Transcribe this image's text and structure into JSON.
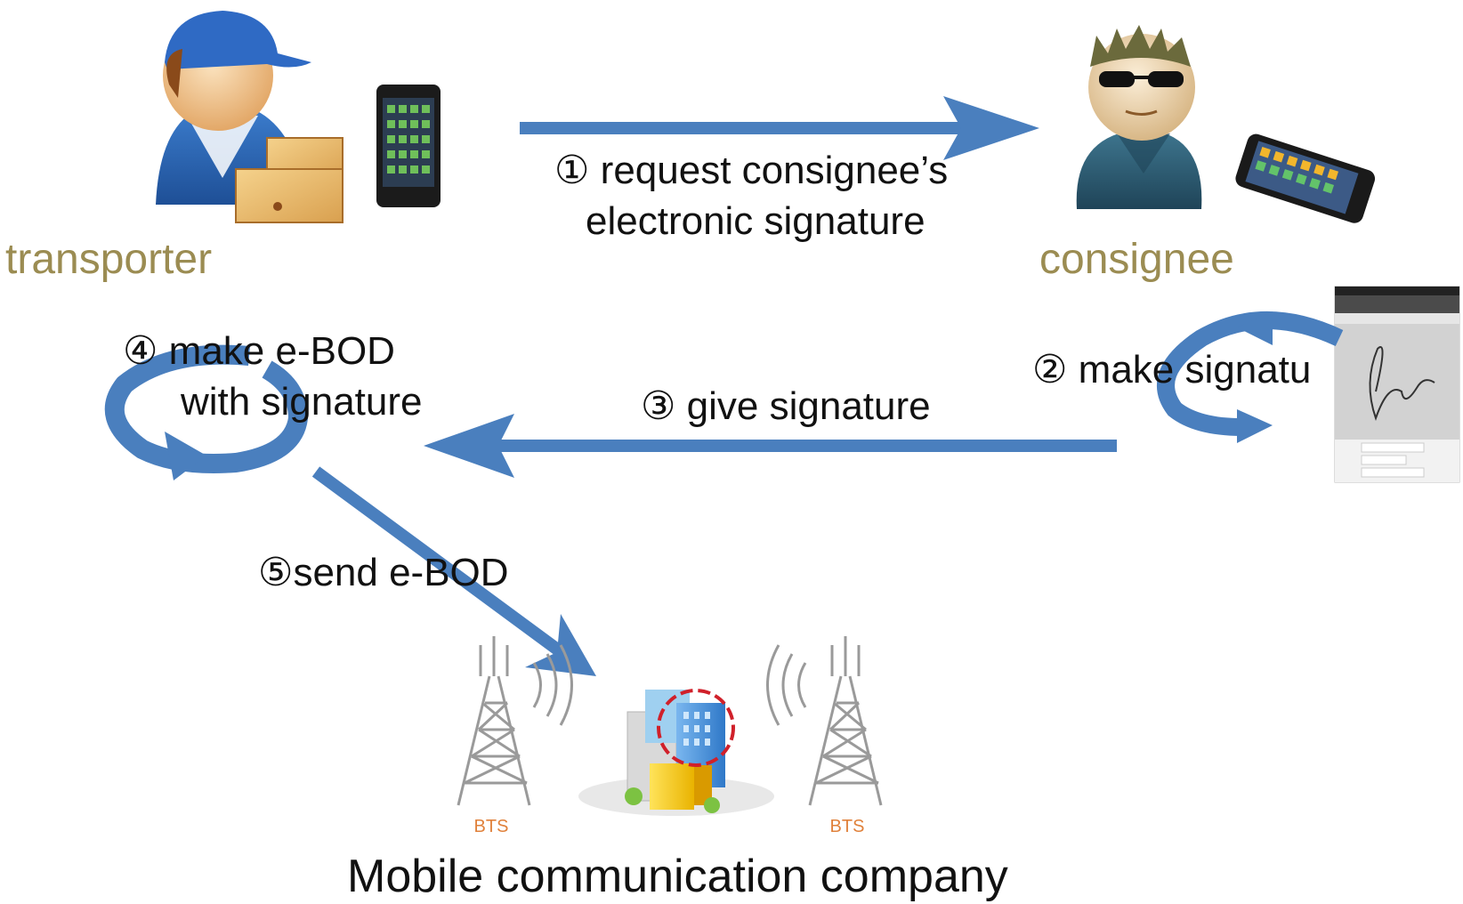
{
  "actors": {
    "transporter": {
      "label": "transporter",
      "icon": "delivery-person-icon"
    },
    "consignee": {
      "label": "consignee",
      "icon": "sunglasses-person-icon"
    }
  },
  "steps": {
    "s1": {
      "line1": "① request consignee’s",
      "line2": "electronic signature"
    },
    "s2": {
      "text": "② make signatu"
    },
    "s3": {
      "text": "③ give signature"
    },
    "s4": {
      "line1": "④ make e-BOD",
      "line2": "with signature"
    },
    "s5": {
      "text": "⑤send e-BOD"
    }
  },
  "company": {
    "label": "Mobile communication company",
    "tower_left": "BTS",
    "tower_right": "BTS"
  },
  "colors": {
    "arrow": "#4a7fbe",
    "role_text": "#9b8c52",
    "highlight_circle": "#d0202a"
  }
}
